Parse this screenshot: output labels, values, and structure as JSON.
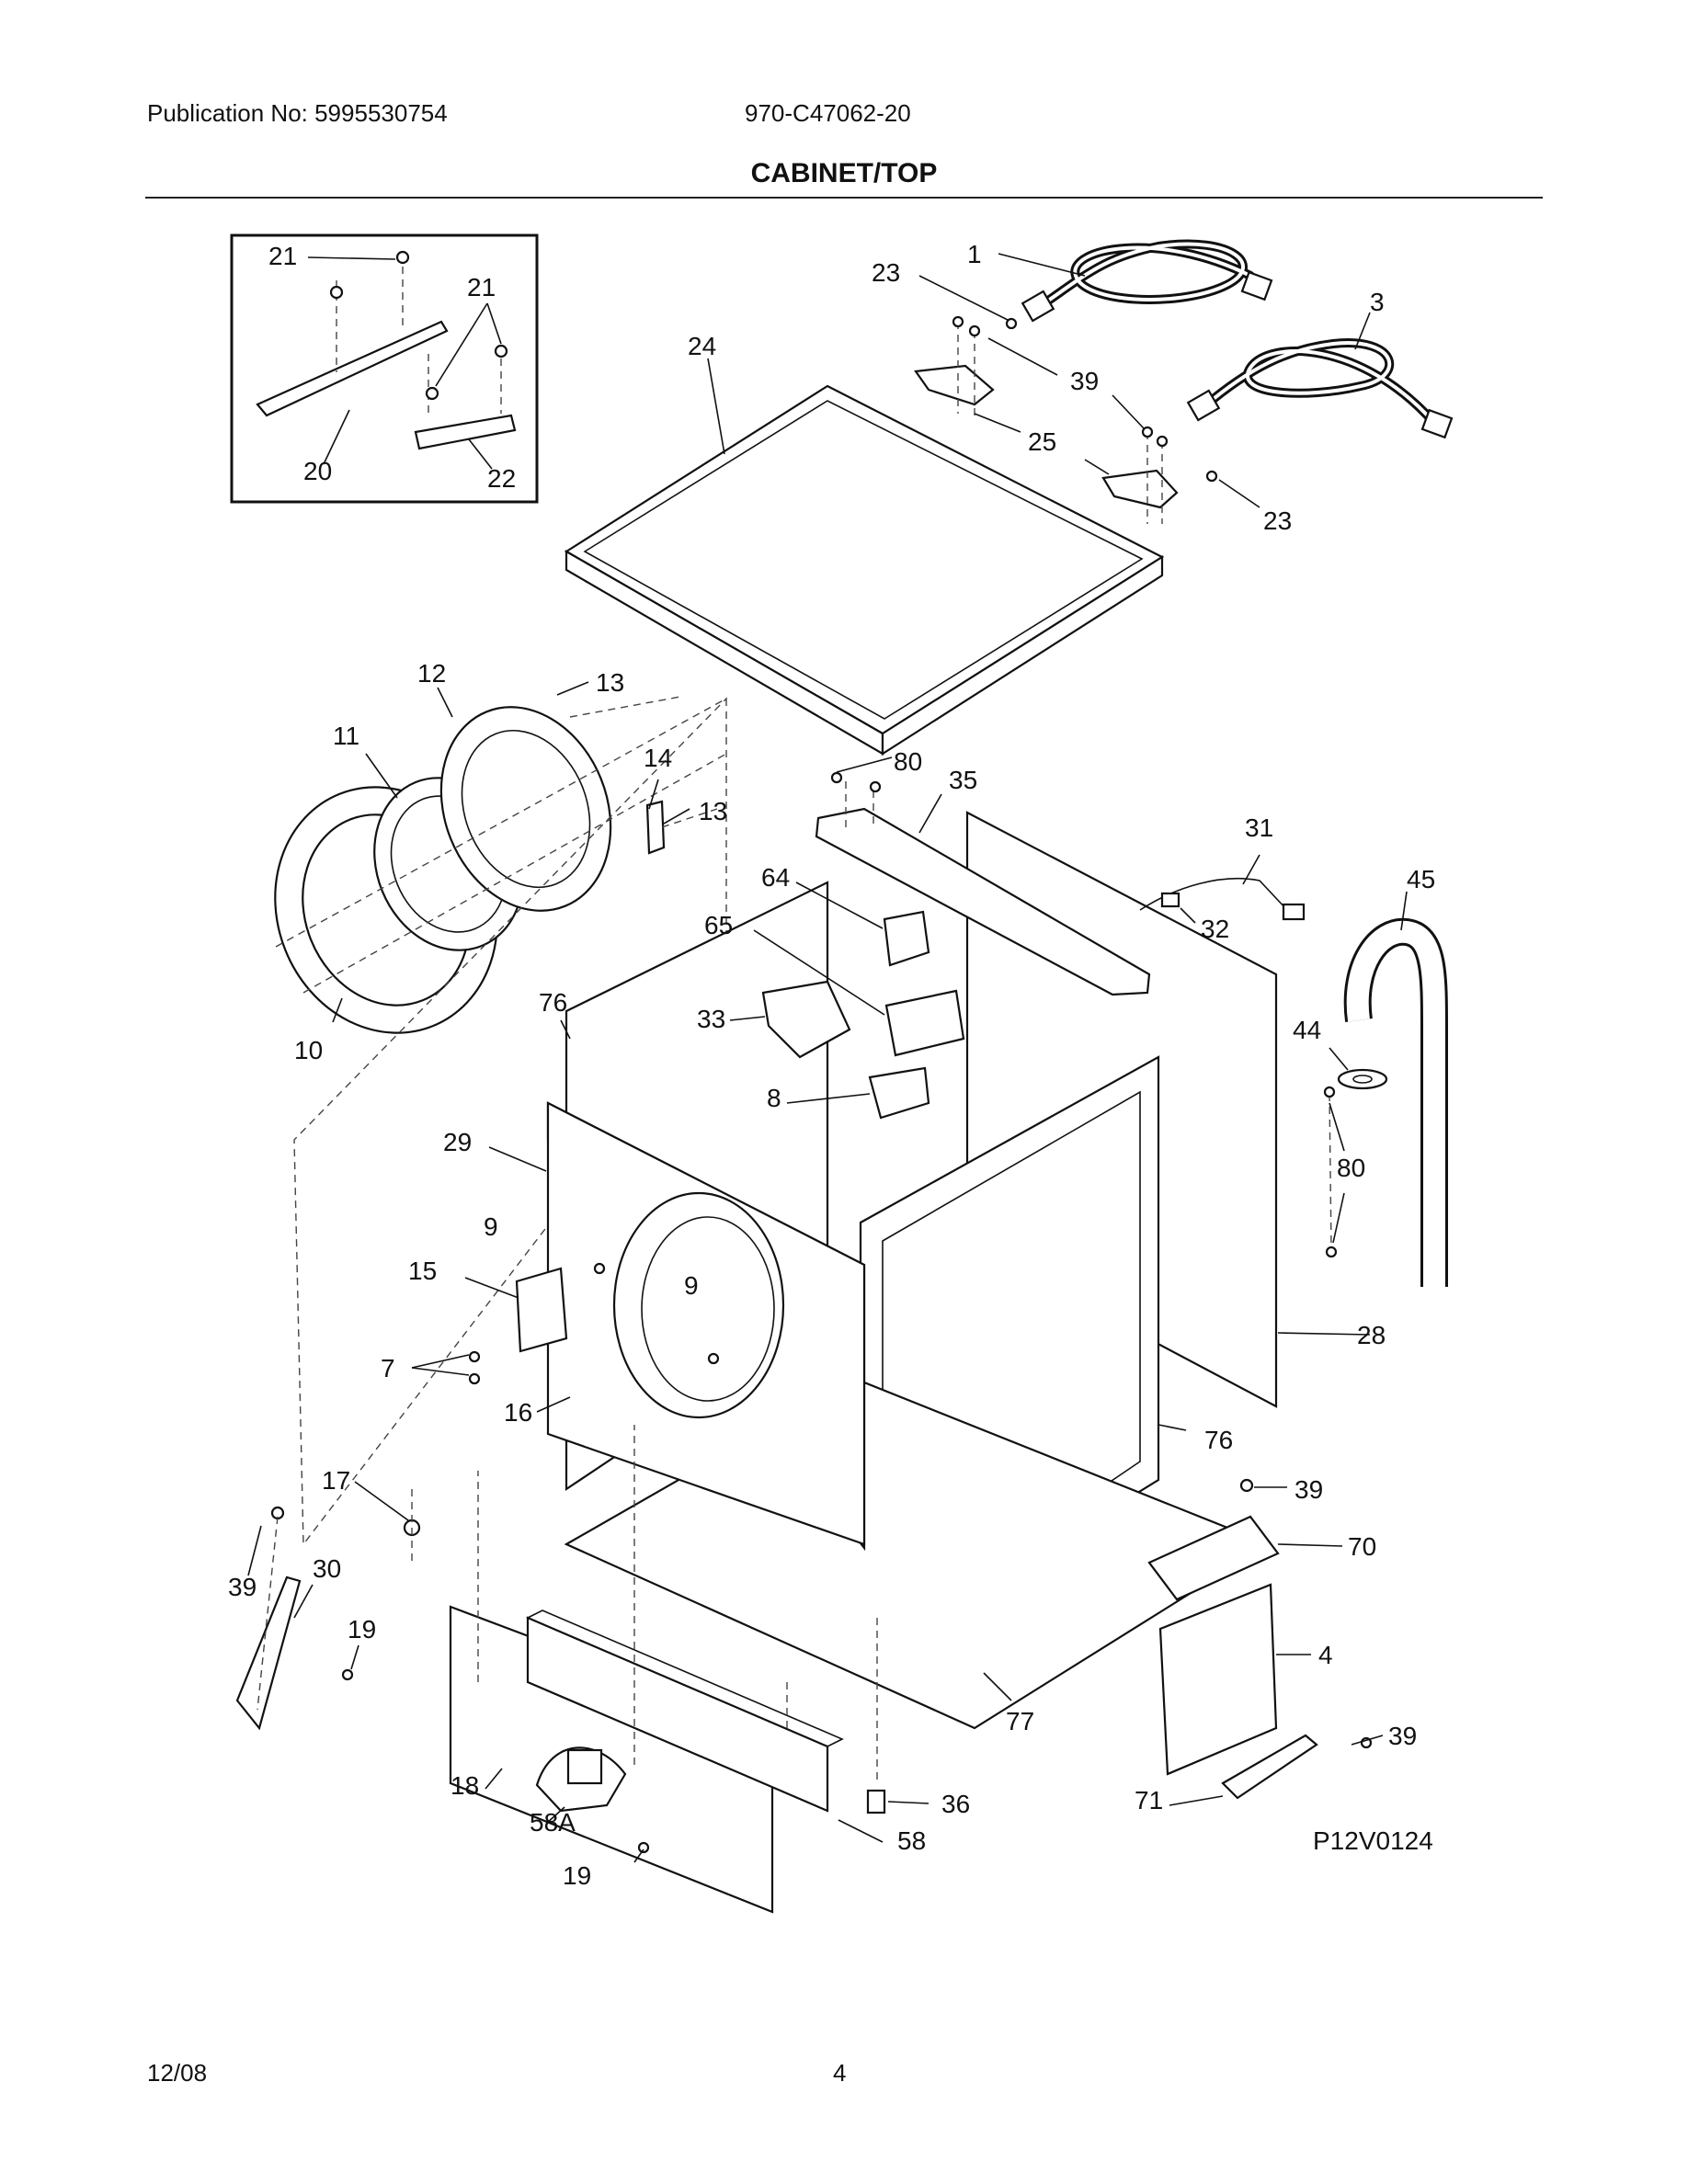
{
  "header": {
    "publication": "Publication No: 5995530754",
    "model": "970-C47062-20",
    "title": "CABINET/TOP"
  },
  "footer": {
    "date": "12/08",
    "page": "4"
  },
  "diagram": {
    "code": "P12V0124",
    "callouts": {
      "c1": "1",
      "c3": "3",
      "c4": "4",
      "c7": "7",
      "c8": "8",
      "c9a": "9",
      "c9b": "9",
      "c10": "10",
      "c11": "11",
      "c12": "12",
      "c13a": "13",
      "c13b": "13",
      "c14": "14",
      "c15": "15",
      "c16": "16",
      "c17": "17",
      "c18": "18",
      "c19a": "19",
      "c19b": "19",
      "c20": "20",
      "c21a": "21",
      "c21b": "21",
      "c22": "22",
      "c23a": "23",
      "c23b": "23",
      "c24": "24",
      "c25": "25",
      "c28": "28",
      "c29": "29",
      "c30": "30",
      "c31": "31",
      "c32": "32",
      "c33": "33",
      "c35": "35",
      "c36": "36",
      "c39a": "39",
      "c39b": "39",
      "c39c": "39",
      "c39d": "39",
      "c44": "44",
      "c45": "45",
      "c58": "58",
      "c58a": "58A",
      "c64": "64",
      "c65": "65",
      "c70": "70",
      "c71": "71",
      "c76a": "76",
      "c76b": "76",
      "c77": "77",
      "c80a": "80",
      "c80b": "80"
    }
  }
}
